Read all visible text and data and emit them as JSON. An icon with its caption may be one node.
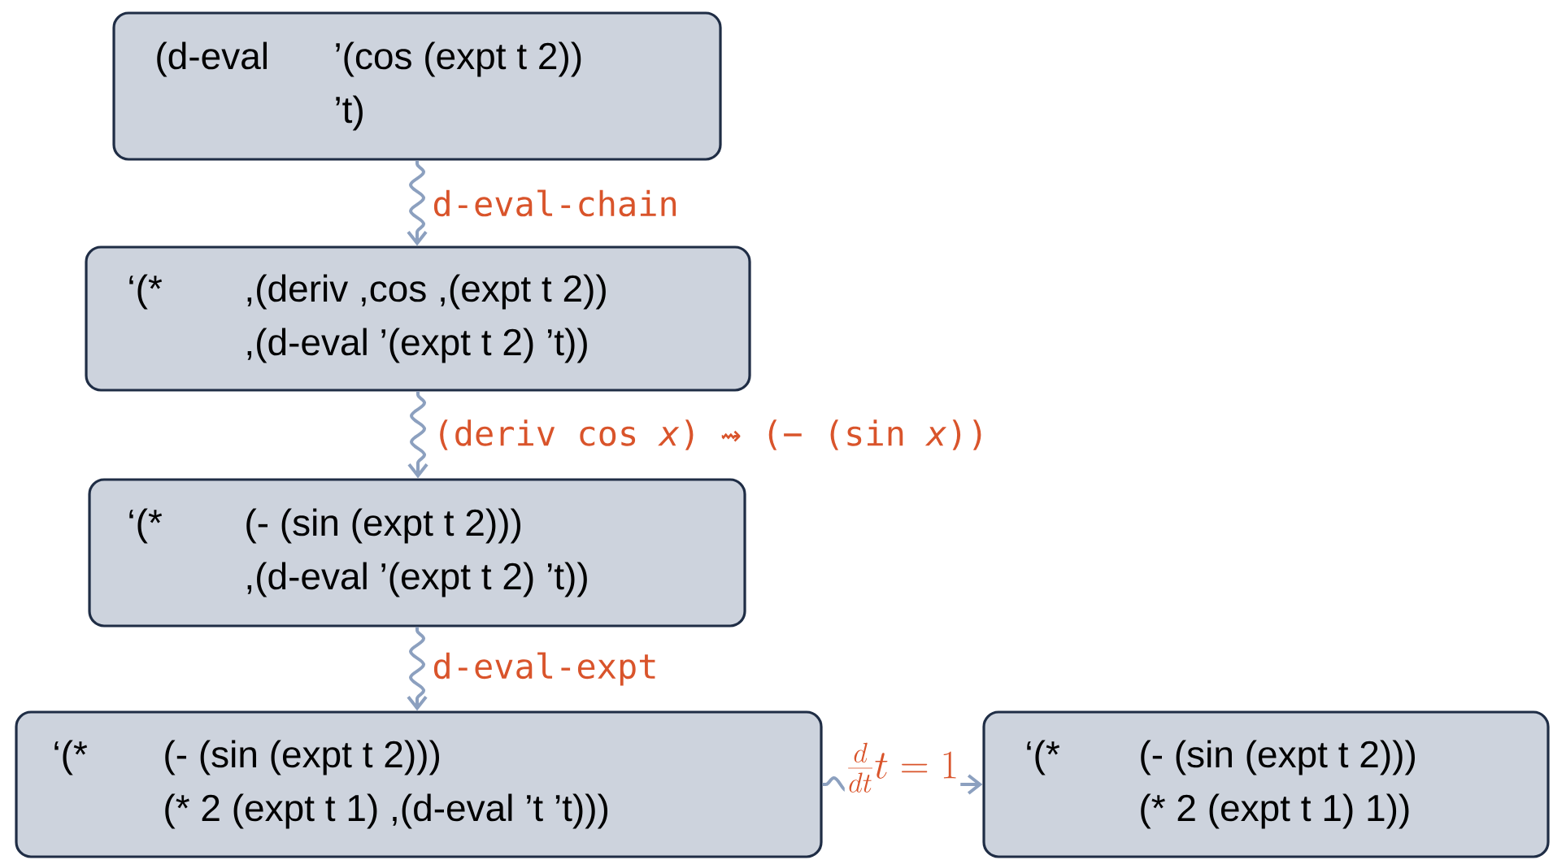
{
  "diagram": {
    "nodes": [
      {
        "text": [
          "(d-eval",
          "’(cos (expt t 2))",
          "’t)"
        ]
      },
      {
        "text": [
          "‘(*",
          ",(deriv ,cos ,(expt t 2))",
          ",(d-eval ’(expt t 2) ’t))"
        ]
      },
      {
        "text": [
          "‘(*",
          "(- (sin (expt t 2)))",
          ",(d-eval ’(expt t 2) ’t))"
        ]
      },
      {
        "text": [
          "‘(*",
          "(- (sin (expt t 2)))",
          "(* 2 (expt t 1) ,(d-eval ’t ’t)))"
        ]
      },
      {
        "text": [
          "‘(*",
          "(- (sin (expt t 2)))",
          "(* 2 (expt t 1) 1))"
        ]
      }
    ],
    "edges": [
      {
        "from": 0,
        "to": 1,
        "arrow": "to",
        "label": "d-eval-chain"
      },
      {
        "from": 1,
        "to": 2,
        "arrow": "to",
        "label": "(deriv cos *x*) ⇝ (− (sin *x*))"
      },
      {
        "from": 2,
        "to": 3,
        "arrow": "to",
        "label": "d-eval-expt"
      },
      {
        "from": 3,
        "to": 4,
        "arrow": "to",
        "label": "\\frac{d}{dt}t = 1"
      }
    ]
  }
}
